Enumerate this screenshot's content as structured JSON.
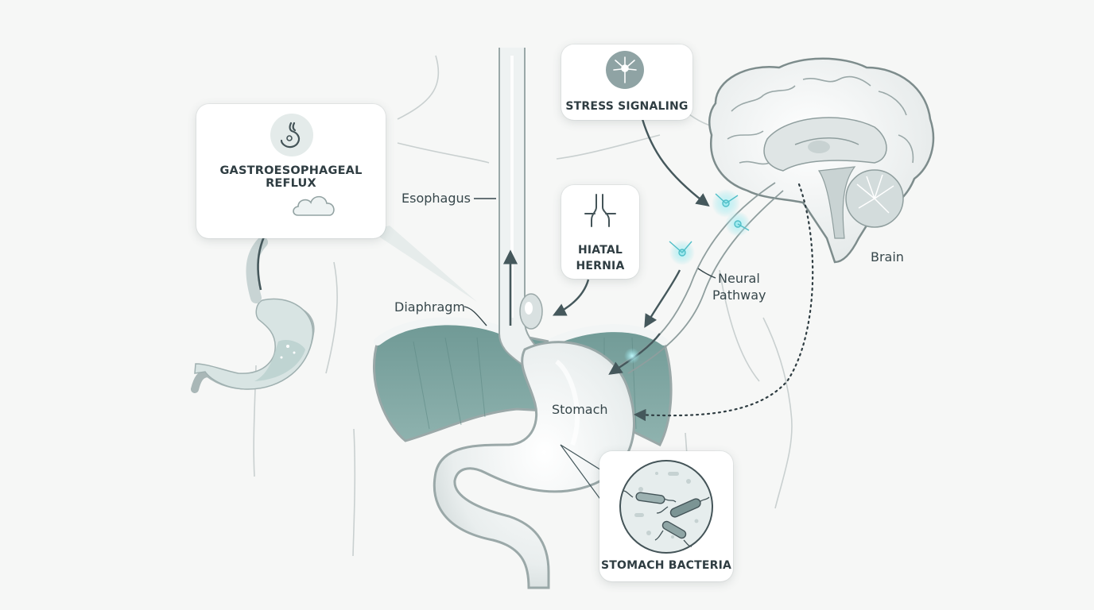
{
  "cards": {
    "reflux": {
      "title": "GASTROESOPHAGEAL REFLUX"
    },
    "stress": {
      "title": "STRESS SIGNALING"
    },
    "hernia": {
      "title_line1": "HIATAL",
      "title_line2": "HERNIA"
    },
    "bacteria": {
      "title": "STOMACH BACTERIA"
    }
  },
  "labels": {
    "esophagus": "Esophagus",
    "diaphragm": "Diaphragm",
    "stomach": "Stomach",
    "brain": "Brain",
    "neural_line1": "Neural",
    "neural_line2": "Pathway"
  },
  "icons": {
    "reflux": "stomach-icon",
    "cloud": "cloud-icon",
    "stress": "neuron-icon",
    "hernia": "hernia-icon",
    "bacteria": "bacteria-icon"
  },
  "colors": {
    "diaphragm_teal": "#7fa6a2",
    "arrow": "#45585c",
    "outline": "#9aa8a8",
    "glow": "#8fe0e6"
  }
}
